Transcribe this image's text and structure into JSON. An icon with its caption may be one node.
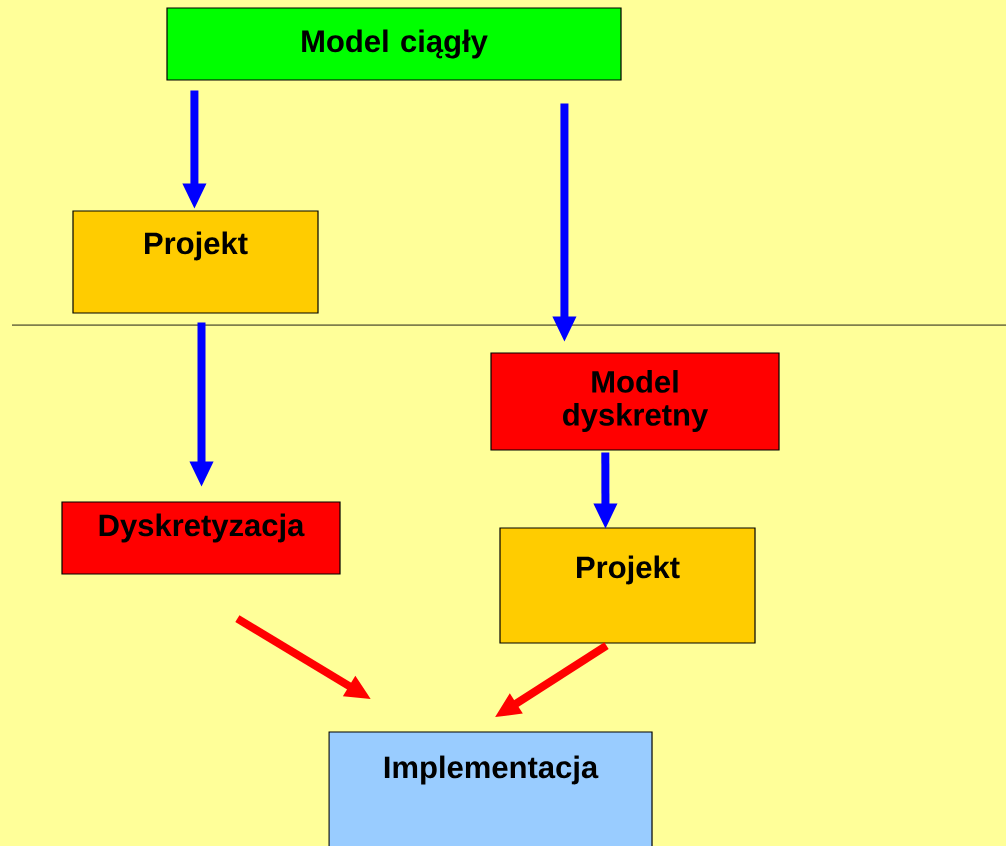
{
  "diagram": {
    "nodes": [
      {
        "text": [
          "Model ciągły"
        ]
      },
      {
        "text": [
          "Projekt"
        ]
      },
      {
        "text": [
          "Model dyskretny"
        ]
      },
      {
        "text": [
          "Dyskretyzacja"
        ]
      },
      {
        "text": [
          "Projekt"
        ]
      },
      {
        "text": [
          "Implementacja"
        ]
      }
    ],
    "edges": [
      {
        "from": 0,
        "to": 1,
        "arrow": "to"
      },
      {
        "from": 0,
        "to": 2,
        "arrow": "to"
      },
      {
        "from": 1,
        "to": 3,
        "arrow": "to"
      },
      {
        "from": 2,
        "to": 4,
        "arrow": "to"
      },
      {
        "from": 3,
        "to": 5,
        "arrow": "to",
        "color": "#ff0000"
      },
      {
        "from": 4,
        "to": 5,
        "arrow": "to",
        "color": "#ff0000"
      }
    ]
  }
}
